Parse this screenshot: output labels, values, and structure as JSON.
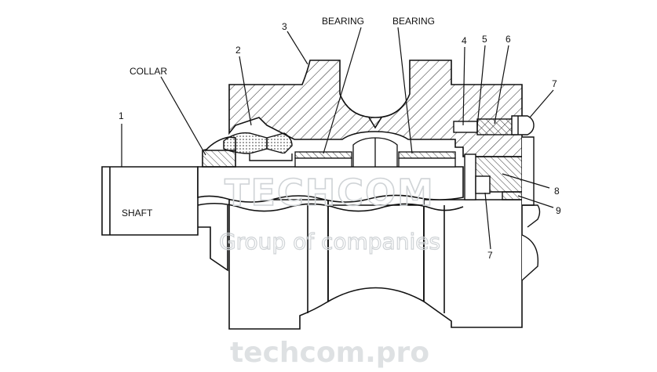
{
  "labels": {
    "bearing_left": "BEARING",
    "bearing_right": "BEARING",
    "collar": "COLLAR",
    "shaft": "SHAFT",
    "n1": "1",
    "n2": "2",
    "n3": "3",
    "n4": "4",
    "n5": "5",
    "n6": "6",
    "n7_top": "7",
    "n7_bottom": "7",
    "n8": "8",
    "n9": "9"
  },
  "watermark": {
    "brand": "TECHCOM",
    "tagline": "Group of companies",
    "url": "techcom.pro"
  }
}
